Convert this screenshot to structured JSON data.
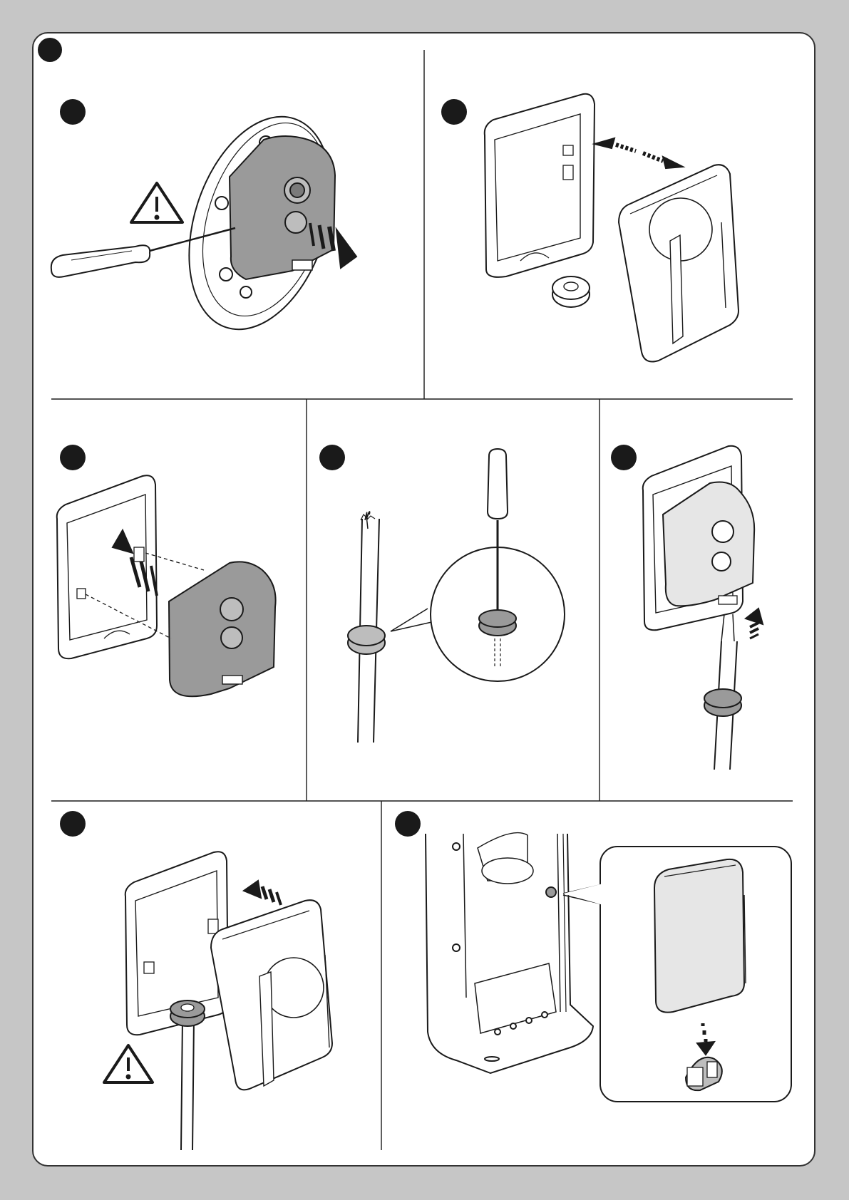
{
  "page": {
    "title": "",
    "background_color": "#c6c6c6",
    "sheet_color": "#ffffff",
    "line_color": "#1a1a1a",
    "part_fill_color": "#9a9a9a",
    "light_fill_color": "#e6e6e6"
  },
  "markers": [
    "",
    "",
    "",
    "",
    "",
    "",
    "",
    "",
    ""
  ],
  "steps": [
    {
      "id": "step-1",
      "depicts": [
        "screwdriver-icon",
        "warning-icon",
        "module-grey",
        "round-base"
      ]
    },
    {
      "id": "step-2",
      "depicts": [
        "frame-open",
        "box-cover",
        "grommet",
        "double-arrow-icon"
      ]
    },
    {
      "id": "step-3",
      "depicts": [
        "frame-open",
        "module-grey",
        "arrow-icon"
      ]
    },
    {
      "id": "step-4",
      "depicts": [
        "cable",
        "grommet",
        "screwdriver-icon",
        "magnifier-circle"
      ]
    },
    {
      "id": "step-5",
      "depicts": [
        "frame-with-module",
        "cable",
        "grommet",
        "arrow-icon"
      ]
    },
    {
      "id": "step-6",
      "depicts": [
        "frame-open",
        "box-cover",
        "cable",
        "grommet",
        "warning-icon",
        "arrow-icon"
      ]
    },
    {
      "id": "step-7",
      "depicts": [
        "column",
        "bracket",
        "box-closed",
        "arrow-icon"
      ]
    }
  ]
}
